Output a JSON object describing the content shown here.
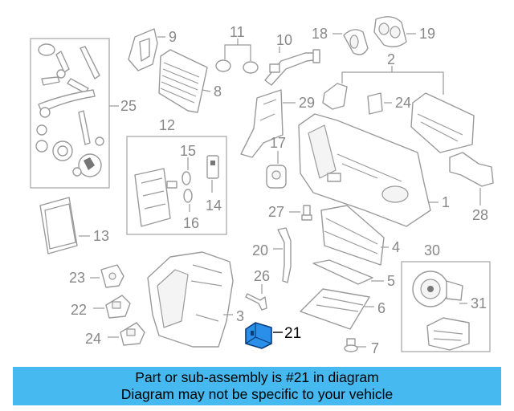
{
  "colors": {
    "highlight_part": "#2a8fe8",
    "banner_bg": "#45b9f0",
    "callout_gray": "#888888"
  },
  "callouts": {
    "c1": "1",
    "c2": "2",
    "c3": "3",
    "c4": "4",
    "c5": "5",
    "c6": "6",
    "c7": "7",
    "c8": "8",
    "c9": "9",
    "c10": "10",
    "c11": "11",
    "c12": "12",
    "c13": "13",
    "c14": "14",
    "c15": "15",
    "c16": "16",
    "c17": "17",
    "c18": "18",
    "c19": "19",
    "c20": "20",
    "c21": "21",
    "c22": "22",
    "c23": "23",
    "c24a": "24",
    "c24b": "24",
    "c25": "25",
    "c26": "26",
    "c27": "27",
    "c28": "28",
    "c29": "29",
    "c30": "30",
    "c31": "31"
  },
  "banner": {
    "line1": "Part or sub-assembly is #21 in diagram",
    "line2": "Diagram may not be specific to your vehicle"
  }
}
